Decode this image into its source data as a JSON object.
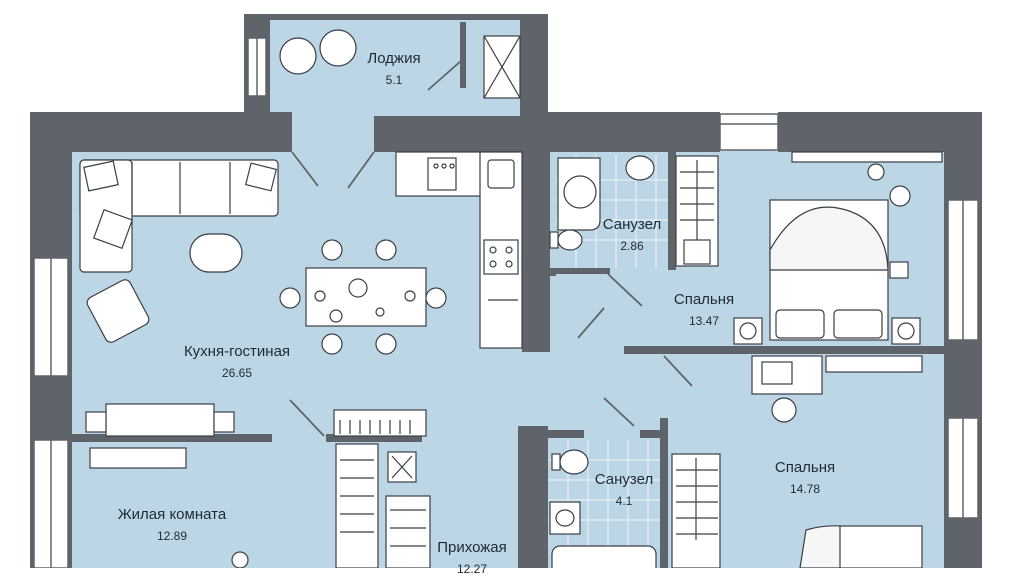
{
  "rooms": [
    {
      "name": "Лоджия",
      "area": "5.1"
    },
    {
      "name": "Кухня-гостиная",
      "area": "26.65"
    },
    {
      "name": "Санузел",
      "area": "2.86"
    },
    {
      "name": "Спальня",
      "area": "13.47"
    },
    {
      "name": "Спальня",
      "area": "14.78"
    },
    {
      "name": "Санузел",
      "area": "4.1"
    },
    {
      "name": "Жилая комната",
      "area": "12.89"
    },
    {
      "name": "Прихожая",
      "area": "12.27"
    }
  ],
  "colors": {
    "floor": "#bcd6e6",
    "wall": "#5f646a",
    "furniture_line": "#3a3f45",
    "furniture_fill": "#ffffff",
    "text": "#1f2a33"
  }
}
